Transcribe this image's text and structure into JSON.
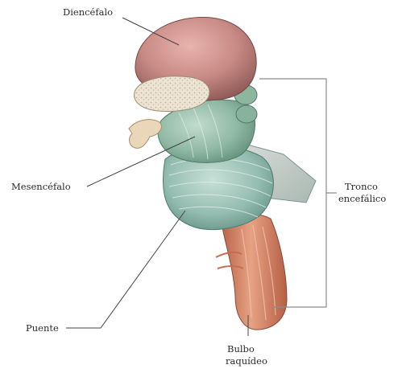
{
  "figure": {
    "labels": {
      "diencephalon": "Diencéfalo",
      "midbrain": "Mesencéfalo",
      "pons": "Puente",
      "brainstem_line1": "Tronco",
      "brainstem_line2": "encefálico",
      "medulla_line1": "Bulbo",
      "medulla_line2": "raquídeo"
    },
    "colors": {
      "diencephalon": "#c98b86",
      "midbrain": "#8fb8a3",
      "pons": "#94bcb0",
      "medulla": "#d98a6a",
      "cut_surface": "#e9dfcf",
      "leader_line": "#444444",
      "bracket": "#8a8a8a"
    }
  }
}
